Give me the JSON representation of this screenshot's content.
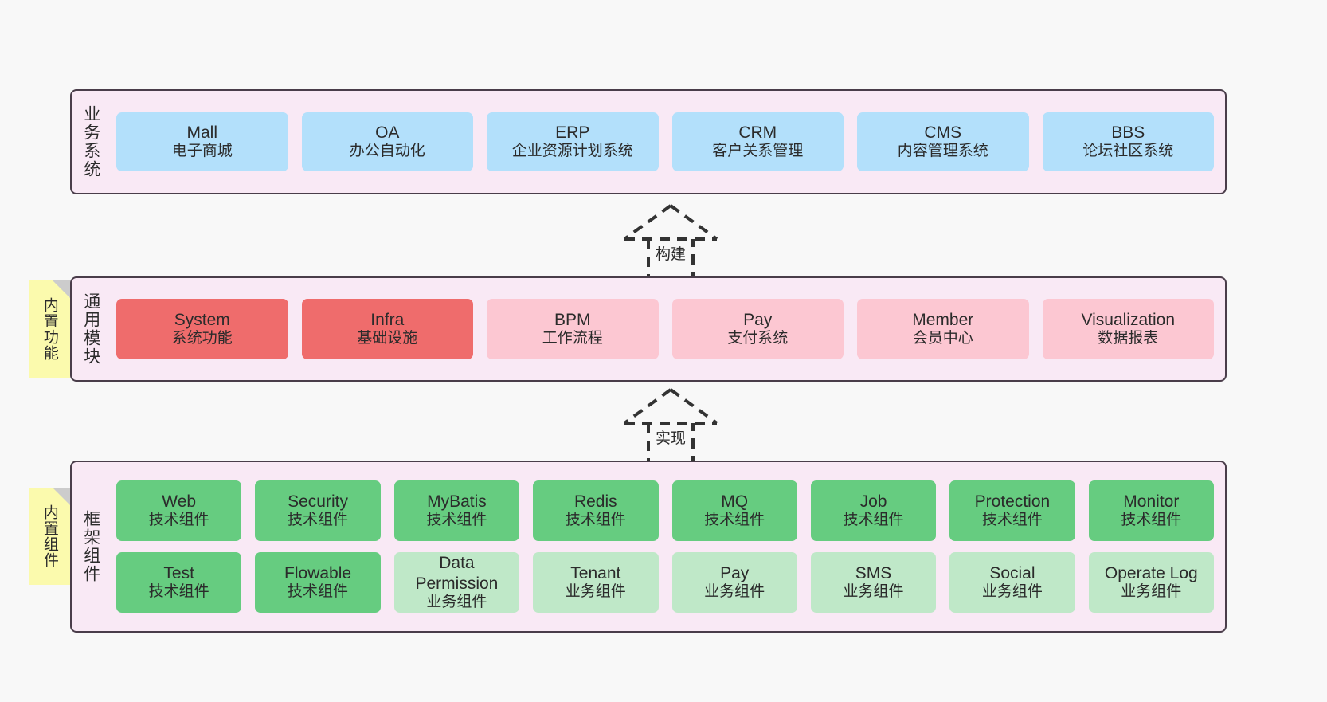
{
  "diagram": {
    "sections": [
      {
        "id": "business",
        "label": "业务系统",
        "rows": [
          [
            {
              "title": "Mall",
              "subtitle": "电子商城"
            },
            {
              "title": "OA",
              "subtitle": "办公自动化"
            },
            {
              "title": "ERP",
              "subtitle": "企业资源计划系统"
            },
            {
              "title": "CRM",
              "subtitle": "客户关系管理"
            },
            {
              "title": "CMS",
              "subtitle": "内容管理系统"
            },
            {
              "title": "BBS",
              "subtitle": "论坛社区系统"
            }
          ]
        ]
      },
      {
        "id": "modules",
        "label": "通用模块",
        "rows": [
          [
            {
              "title": "System",
              "subtitle": "系统功能"
            },
            {
              "title": "Infra",
              "subtitle": "基础设施"
            },
            {
              "title": "BPM",
              "subtitle": "工作流程"
            },
            {
              "title": "Pay",
              "subtitle": "支付系统"
            },
            {
              "title": "Member",
              "subtitle": "会员中心"
            },
            {
              "title": "Visualization",
              "subtitle": "数据报表"
            }
          ]
        ]
      },
      {
        "id": "framework",
        "label": "框架组件",
        "rows": [
          [
            {
              "title": "Web",
              "subtitle": "技术组件"
            },
            {
              "title": "Security",
              "subtitle": "技术组件"
            },
            {
              "title": "MyBatis",
              "subtitle": "技术组件"
            },
            {
              "title": "Redis",
              "subtitle": "技术组件"
            },
            {
              "title": "MQ",
              "subtitle": "技术组件"
            },
            {
              "title": "Job",
              "subtitle": "技术组件"
            },
            {
              "title": "Protection",
              "subtitle": "技术组件"
            },
            {
              "title": "Monitor",
              "subtitle": "技术组件"
            }
          ],
          [
            {
              "title": "Test",
              "subtitle": "技术组件"
            },
            {
              "title": "Flowable",
              "subtitle": "技术组件"
            },
            {
              "title": "Data Permission",
              "subtitle": "业务组件"
            },
            {
              "title": "Tenant",
              "subtitle": "业务组件"
            },
            {
              "title": "Pay",
              "subtitle": "业务组件"
            },
            {
              "title": "SMS",
              "subtitle": "业务组件"
            },
            {
              "title": "Social",
              "subtitle": "业务组件"
            },
            {
              "title": "Operate Log",
              "subtitle": "业务组件"
            }
          ]
        ]
      }
    ],
    "connectors": [
      {
        "id": "build",
        "label": "构建"
      },
      {
        "id": "implement",
        "label": "实现"
      }
    ],
    "sticky_notes": [
      {
        "id": "modules",
        "label": "内置功能"
      },
      {
        "id": "framework",
        "label": "内置组件"
      }
    ],
    "colors": {
      "background": "#f8f8f8",
      "section_fill": "#f9e9f5",
      "section_border": "#4a3d4a",
      "business_card": "#b3e0fb",
      "module_core_card": "#ef6c6c",
      "module_card": "#fcc7d2",
      "tech_component_card": "#66cc80",
      "business_component_card": "#bfe8c8",
      "sticky_note": "#fbfaad",
      "connector": "#333333"
    }
  }
}
